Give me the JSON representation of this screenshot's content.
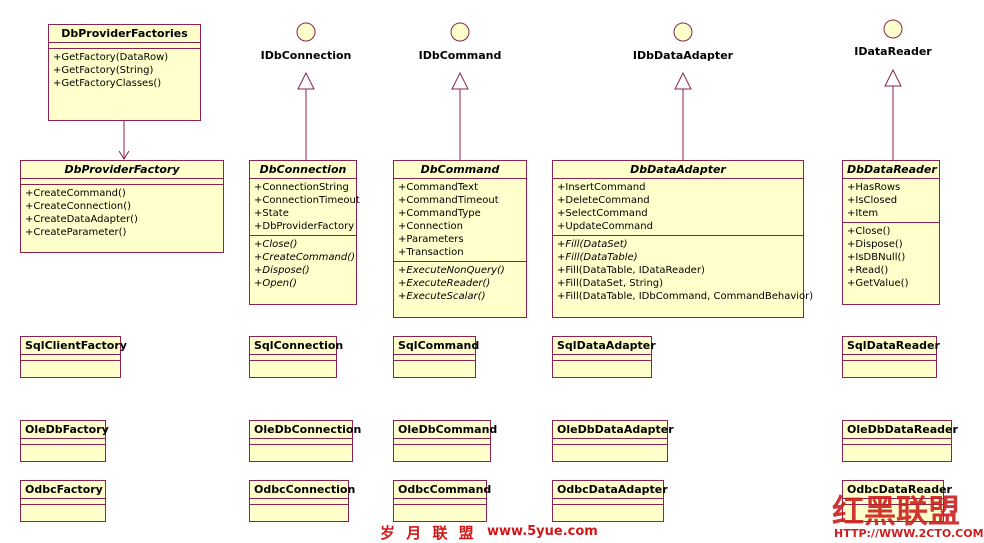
{
  "factories": {
    "name": "DbProviderFactories",
    "methods": [
      "+GetFactory(DataRow)",
      "+GetFactory(String)",
      "+GetFactoryClasses()"
    ]
  },
  "interfaces": [
    "IDbConnection",
    "IDbCommand",
    "IDbDataAdapter",
    "IDataReader"
  ],
  "factory": {
    "name": "DbProviderFactory",
    "methods": [
      "+CreateCommand()",
      "+CreateConnection()",
      "+CreateDataAdapter()",
      "+CreateParameter()"
    ]
  },
  "connection": {
    "name": "DbConnection",
    "attrs": [
      "+ConnectionString",
      "+ConnectionTimeout",
      "+State",
      "+DbProviderFactory"
    ],
    "methods": [
      "+Close()",
      "+CreateCommand()",
      "+Dispose()",
      "+Open()"
    ]
  },
  "command": {
    "name": "DbCommand",
    "attrs": [
      "+CommandText",
      "+CommandTimeout",
      "+CommandType",
      "+Connection",
      "+Parameters",
      "+Transaction"
    ],
    "methods": [
      "+ExecuteNonQuery()",
      "+ExecuteReader()",
      "+ExecuteScalar()"
    ]
  },
  "adapter": {
    "name": "DbDataAdapter",
    "attrs": [
      "+InsertCommand",
      "+DeleteCommand",
      "+SelectCommand",
      "+UpdateCommand"
    ],
    "methods": [
      "+Fill(DataSet)",
      "+Fill(DataTable)",
      "+Fill(DataTable, IDataReader)",
      "+Fill(DataSet, String)",
      "+Fill(DataTable, IDbCommand, CommandBehavior)"
    ]
  },
  "reader": {
    "name": "DbDataReader",
    "attrs": [
      "+HasRows",
      "+IsClosed",
      "+Item"
    ],
    "methods": [
      "+Close()",
      "+Dispose()",
      "+IsDBNull()",
      "+Read()",
      "+GetValue()"
    ]
  },
  "concrete": {
    "sql": [
      "SqlClientFactory",
      "SqlConnection",
      "SqlCommand",
      "SqlDataAdapter",
      "SqlDataReader"
    ],
    "oledb": [
      "OleDbFactory",
      "OleDbConnection",
      "OleDbCommand",
      "OleDbDataAdapter",
      "OleDbDataReader"
    ],
    "odbc": [
      "OdbcFactory",
      "OdbcConnection",
      "OdbcCommand",
      "OdbcDataAdapter",
      "OdbcDataReader"
    ]
  },
  "watermarks": {
    "site1_cn": "岁 月 联 盟",
    "site1_url": "www.5yue.com",
    "site2_cn": "红黑联盟",
    "site2_url": "HTTP://WWW.2CTO.COM"
  },
  "colors": {
    "box_fill": "#ffffcc",
    "box_border": "#8b2252",
    "watermark": "#cc2020"
  }
}
